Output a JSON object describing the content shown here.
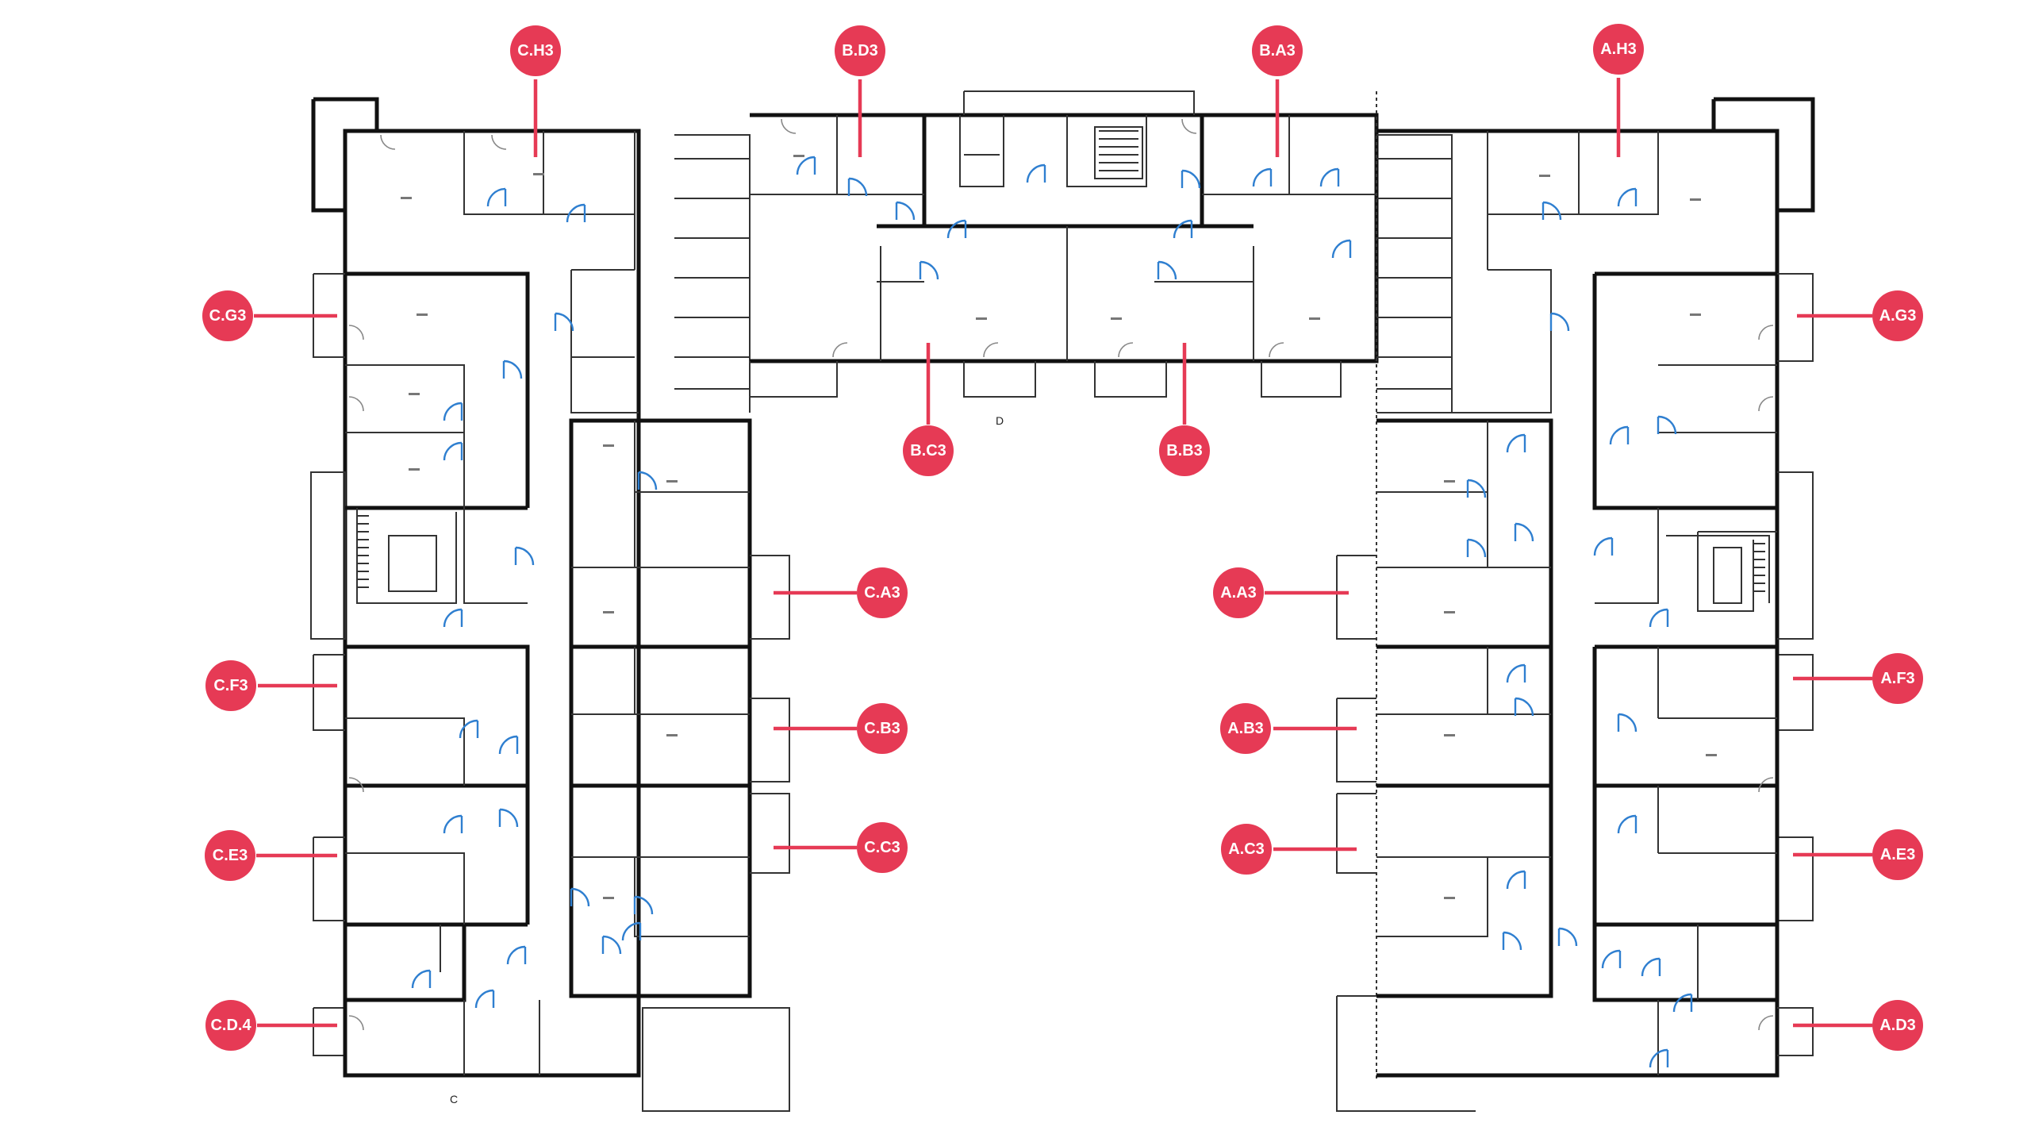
{
  "markers": [
    {
      "id": "c-h3",
      "label": "C.H3"
    },
    {
      "id": "b-d3",
      "label": "B.D3"
    },
    {
      "id": "b-a3",
      "label": "B.A3"
    },
    {
      "id": "a-h3",
      "label": "A.H3"
    },
    {
      "id": "c-g3",
      "label": "C.G3"
    },
    {
      "id": "a-g3",
      "label": "A.G3"
    },
    {
      "id": "b-c3",
      "label": "B.C3"
    },
    {
      "id": "b-b3",
      "label": "B.B3"
    },
    {
      "id": "c-a3",
      "label": "C.A3"
    },
    {
      "id": "a-a3",
      "label": "A.A3"
    },
    {
      "id": "c-f3",
      "label": "C.F3"
    },
    {
      "id": "a-f3",
      "label": "A.F3"
    },
    {
      "id": "c-b3",
      "label": "C.B3"
    },
    {
      "id": "a-b3",
      "label": "A.B3"
    },
    {
      "id": "c-c3",
      "label": "C.C3"
    },
    {
      "id": "a-c3",
      "label": "A.C3"
    },
    {
      "id": "c-e3",
      "label": "C.E3"
    },
    {
      "id": "a-e3",
      "label": "A.E3"
    },
    {
      "id": "c-d4",
      "label": "C.D.4"
    },
    {
      "id": "a-d3",
      "label": "A.D3"
    }
  ],
  "wing_letters": {
    "courtyard": "D",
    "west_wing_bottom": "C"
  },
  "colors": {
    "marker": "#e63a55",
    "door": "#2f7fd0",
    "wall": "#111111"
  }
}
